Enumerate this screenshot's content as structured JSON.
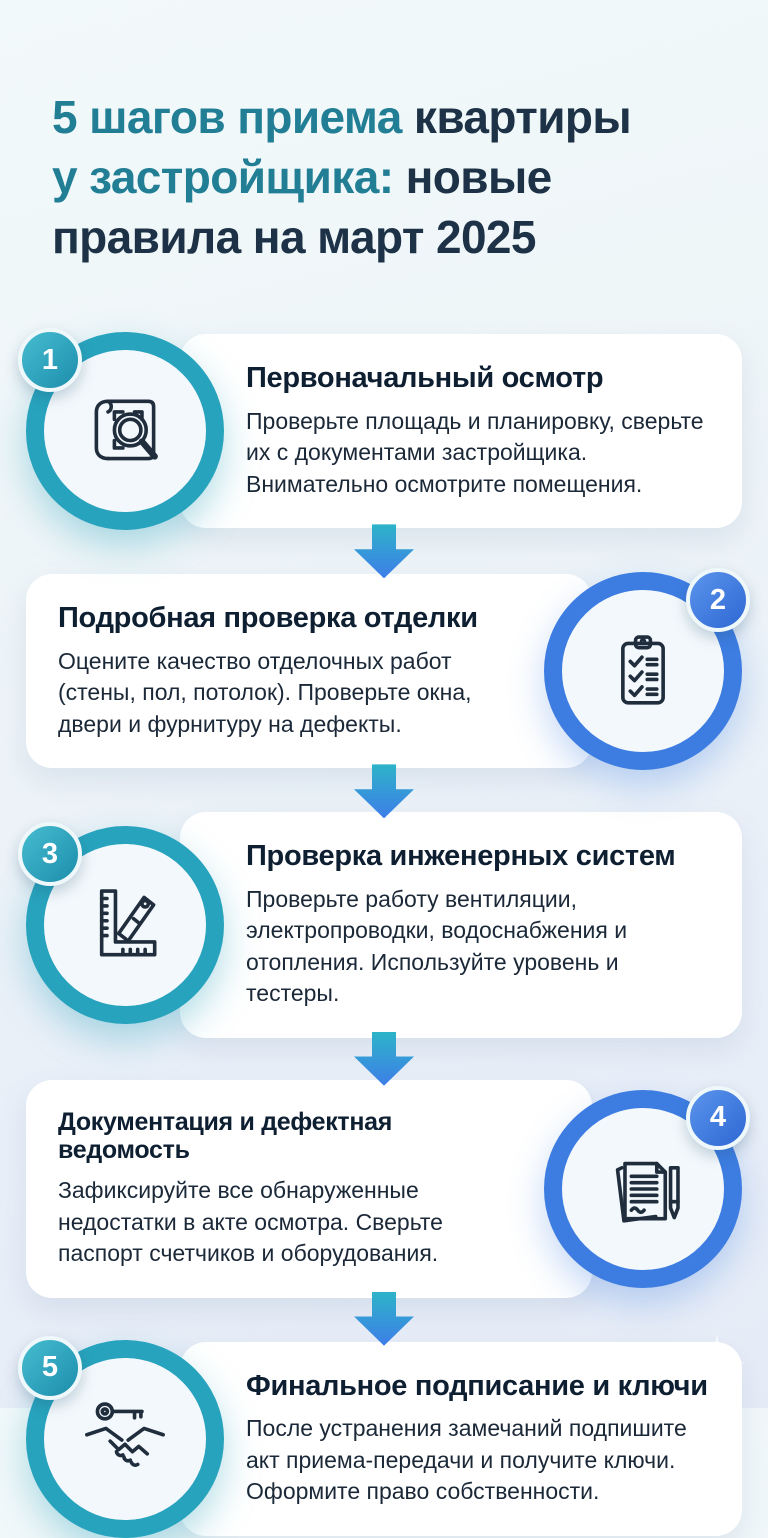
{
  "header": {
    "line1_teal": "5 шагов приема ",
    "line1_navy": "квартиры",
    "line2_teal": "у застройщика: ",
    "line2_navy": "новые",
    "line3_navy": "правила на март 2025"
  },
  "steps": [
    {
      "number": "1",
      "title": "Первоначальный осмотр",
      "description": "Проверьте площадь и планировку, сверьте их с документами застройщика. Внимательно осмотрите помещения.",
      "icon": "blueprint-magnifier-icon",
      "accent": "teal",
      "icon_side": "left"
    },
    {
      "number": "2",
      "title": "Подробная проверка отделки",
      "description": "Оцените качество отделочных работ (стены, пол, потолок). Проверьте окна, двери и фурнитуру на дефекты.",
      "icon": "clipboard-checklist-icon",
      "accent": "blue",
      "icon_side": "right"
    },
    {
      "number": "3",
      "title": "Проверка инженерных систем",
      "description": "Проверьте работу вентиляции, электропроводки, водоснабжения и отопления. Используйте уровень и тестеры.",
      "icon": "ruler-level-icon",
      "accent": "teal",
      "icon_side": "left"
    },
    {
      "number": "4",
      "title": "Документация и дефектная ведомость",
      "description": "Зафиксируйте все обнаруженные недостатки в акте осмотра. Сверьте паспорт счетчиков и оборудования.",
      "icon": "documents-pen-icon",
      "accent": "blue",
      "icon_side": "right"
    },
    {
      "number": "5",
      "title": "Финальное подписание и ключи",
      "description": "После устранения замечаний подпишите акт приема-передачи и получите ключи. Оформите право собственности.",
      "icon": "handshake-key-icon",
      "accent": "teal",
      "icon_side": "left"
    }
  ],
  "colors": {
    "teal_accent": "#28a3bd",
    "blue_accent": "#3d7de2",
    "title_teal": "#217e95",
    "title_navy": "#1d3247",
    "arrow_top": "#2db4c8",
    "arrow_bottom": "#3e7ee8"
  }
}
